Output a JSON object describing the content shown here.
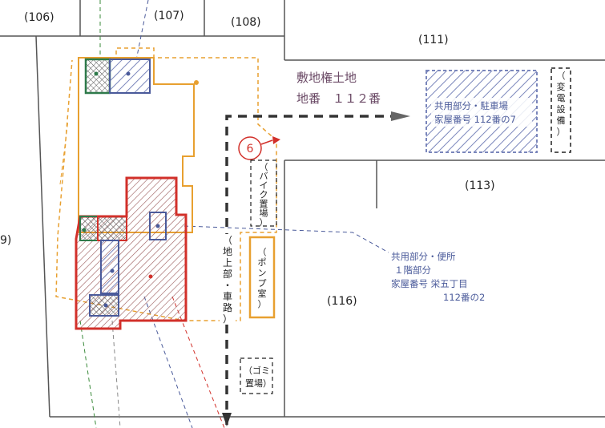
{
  "lots": {
    "l106": "(106)",
    "l107": "(107)",
    "l108": "(108)",
    "l111": "(111)",
    "l113": "(113)",
    "l116": "(116)",
    "l9": "9)"
  },
  "site": {
    "line1": "敷地権土地",
    "line2": "地番　１１２番"
  },
  "parking": {
    "line1": "共用部分・駐車場",
    "line2": "家屋番号  112番の7"
  },
  "transformer": {
    "chars": [
      "（",
      "変",
      "電",
      "設",
      "備",
      "）"
    ]
  },
  "bike": {
    "chars": [
      "（",
      "バ",
      "イ",
      "ク",
      "置",
      "場",
      "）"
    ]
  },
  "pump": {
    "chars": [
      "（",
      "ポ",
      "ン",
      "プ",
      "室",
      "）"
    ]
  },
  "road": {
    "chars": [
      "（",
      "地",
      "上",
      "部",
      "・",
      "車",
      "路",
      "）"
    ]
  },
  "garbage": {
    "line1": "（ゴミ",
    "line2": "置場）"
  },
  "toilet": {
    "line1": "共用部分・便所",
    "line2": "１階部分",
    "line3": "家屋番号  栄五丁目",
    "line4": "112番の2"
  },
  "marker": {
    "label": "6"
  },
  "colors": {
    "red": "#d2302a",
    "orange": "#e8a030",
    "blue": "#4a5a9a",
    "green": "#2e7a4a",
    "purple": "#6b4a66"
  }
}
